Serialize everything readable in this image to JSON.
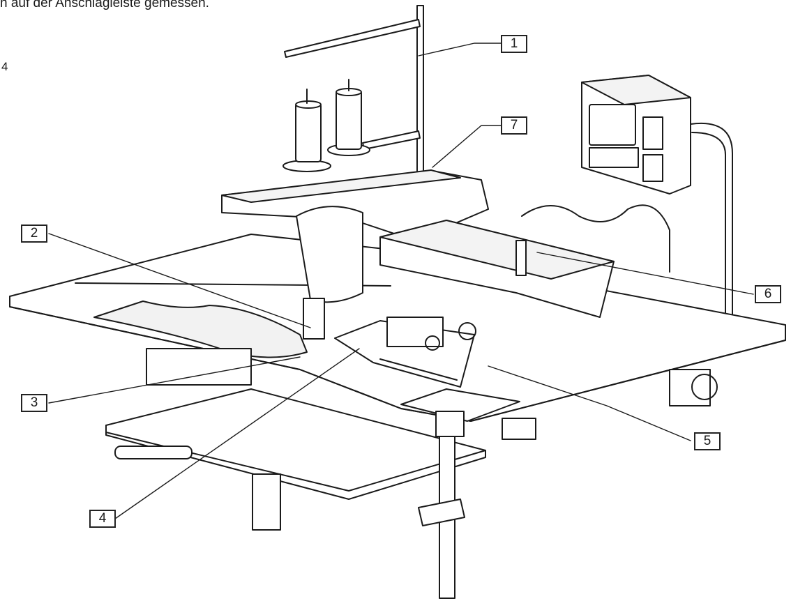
{
  "header_text": "n auf der Anschlagleiste gemessen.",
  "side_number": "4",
  "callouts": {
    "c1": "1",
    "c2": "2",
    "c3": "3",
    "c4": "4",
    "c5": "5",
    "c6": "6",
    "c7": "7"
  }
}
